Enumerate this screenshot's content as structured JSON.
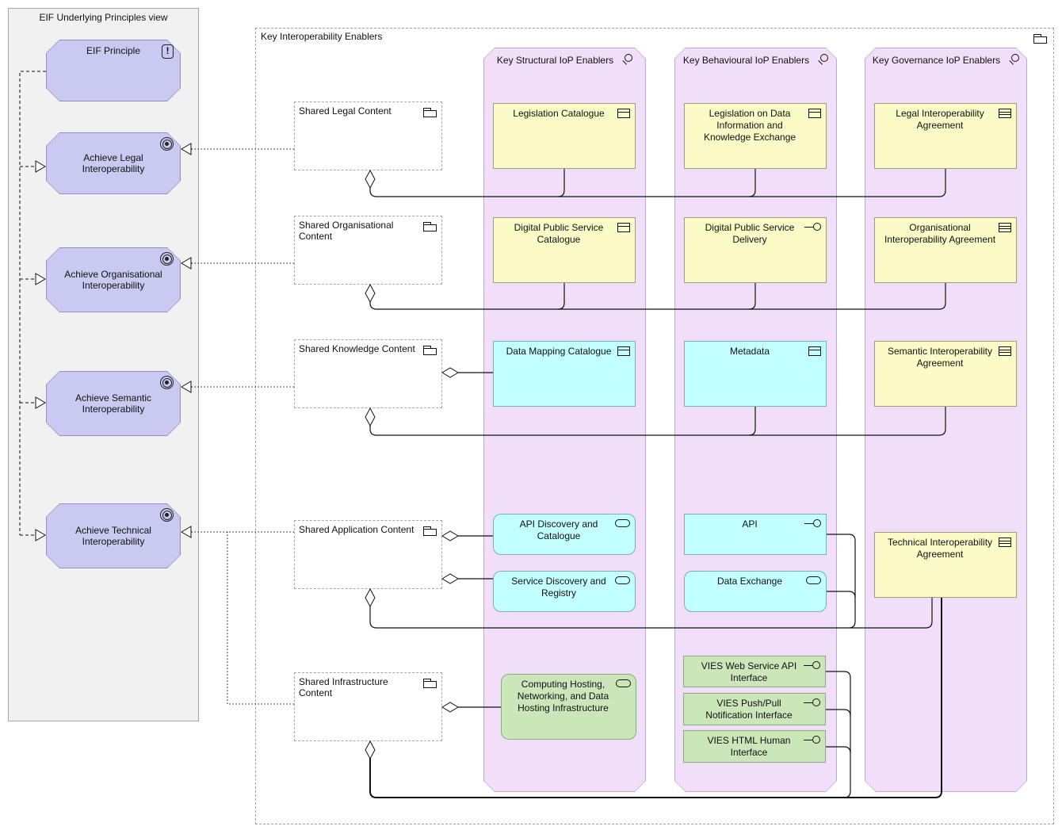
{
  "left_panel": {
    "title": "EIF Underlying Principles view",
    "principle": {
      "label": "EIF Principle"
    },
    "goals": {
      "legal": {
        "label": "Achieve Legal Interoperability"
      },
      "organisational": {
        "label": "Achieve Organisational Interoperability"
      },
      "semantic": {
        "label": "Achieve Semantic Interoperability"
      },
      "technical": {
        "label": "Achieve Technical Interoperability"
      }
    }
  },
  "enablers": {
    "title": "Key Interoperability Enablers",
    "columns": {
      "structural": {
        "label": "Key Structural IoP Enablers"
      },
      "behavioural": {
        "label": "Key Behavioural IoP Enablers"
      },
      "governance": {
        "label": "Key Governance IoP Enablers"
      }
    },
    "groups": {
      "legal": {
        "label": "Shared Legal Content"
      },
      "organisational": {
        "label": "Shared Organisational Content"
      },
      "knowledge": {
        "label": "Shared Knowledge Content"
      },
      "application": {
        "label": "Shared Application Content"
      },
      "infrastructure": {
        "label": "Shared Infrastructure Content"
      }
    },
    "nodes": {
      "legislation_catalogue": {
        "label": "Legislation Catalogue"
      },
      "legislation_on_data": {
        "label": "Legislation on Data Information and Knowledge Exchange"
      },
      "legal_agreement": {
        "label": "Legal Interoperability Agreement"
      },
      "dps_catalogue": {
        "label": "Digital Public Service Catalogue"
      },
      "dps_delivery": {
        "label": "Digital Public Service Delivery"
      },
      "organisational_agreement": {
        "label": "Organisational Interoperability Agreement"
      },
      "data_mapping_catalogue": {
        "label": "Data Mapping Catalogue"
      },
      "metadata": {
        "label": "Metadata"
      },
      "semantic_agreement": {
        "label": "Semantic Interoperability Agreement"
      },
      "api_discovery": {
        "label": "API Discovery and Catalogue"
      },
      "api": {
        "label": "API"
      },
      "service_discovery": {
        "label": "Service Discovery and Registry"
      },
      "data_exchange": {
        "label": "Data Exchange"
      },
      "technical_agreement": {
        "label": "Technical Interoperability Agreement"
      },
      "computing_hosting": {
        "label": "Computing Hosting, Networking, and Data Hosting Infrastructure"
      },
      "vies_web_service": {
        "label": "VIES Web Service API Interface"
      },
      "vies_push_pull": {
        "label": "VIES Push/Pull Notification Interface"
      },
      "vies_html_human": {
        "label": "VIES HTML Human Interface"
      }
    },
    "icons": {
      "principle_glyph": "!"
    }
  },
  "colors": {
    "goal_fill": "#c9c9f2",
    "goal_border": "#8d91c2",
    "column_fill": "#f1def8",
    "column_border": "#bfa8cc",
    "object_yellow": "#fbfbc8",
    "object_cyan": "#c2ffff",
    "service_green": "#cbe7ba",
    "panel_gray": "#f1f1f1",
    "line_black": "#111111"
  }
}
